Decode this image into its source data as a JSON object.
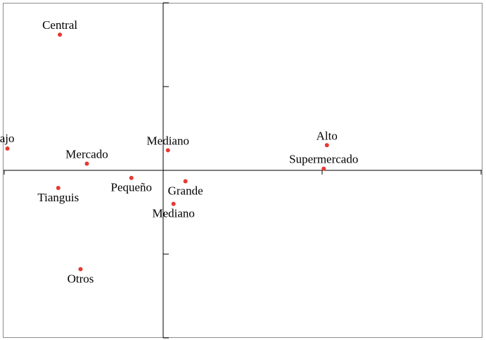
{
  "chart_data": {
    "type": "scatter",
    "title": "",
    "xlabel": "",
    "ylabel": "",
    "xlim": [
      -1.0,
      2.0
    ],
    "ylim": [
      -1.0,
      1.0
    ],
    "xticks": [
      -1.0,
      0.0,
      1.0,
      2.0
    ],
    "yticks": [
      -1.0,
      -0.5,
      0.0,
      0.5,
      1.0
    ],
    "grid": false,
    "point_color": "#e53935",
    "points": [
      {
        "label": "Central",
        "x": -0.65,
        "y": 0.81,
        "label_pos": "above"
      },
      {
        "label": "Bajo",
        "x": -0.98,
        "y": 0.13,
        "label_pos": "above-left"
      },
      {
        "label": "Mercado",
        "x": -0.48,
        "y": 0.04,
        "label_pos": "above"
      },
      {
        "label": "Mediano",
        "x": 0.03,
        "y": 0.12,
        "label_pos": "above"
      },
      {
        "label": "Alto",
        "x": 1.03,
        "y": 0.15,
        "label_pos": "above"
      },
      {
        "label": "Supermercado",
        "x": 1.01,
        "y": 0.01,
        "label_pos": "above"
      },
      {
        "label": "Tianguis",
        "x": -0.66,
        "y": -0.105,
        "label_pos": "below"
      },
      {
        "label": "Pequeño",
        "x": -0.2,
        "y": -0.045,
        "label_pos": "below"
      },
      {
        "label": "Grande",
        "x": 0.14,
        "y": -0.065,
        "label_pos": "below"
      },
      {
        "label": "Mediano",
        "x": 0.065,
        "y": -0.2,
        "label_pos": "below"
      },
      {
        "label": "Otros",
        "x": -0.52,
        "y": -0.59,
        "label_pos": "below"
      }
    ]
  }
}
